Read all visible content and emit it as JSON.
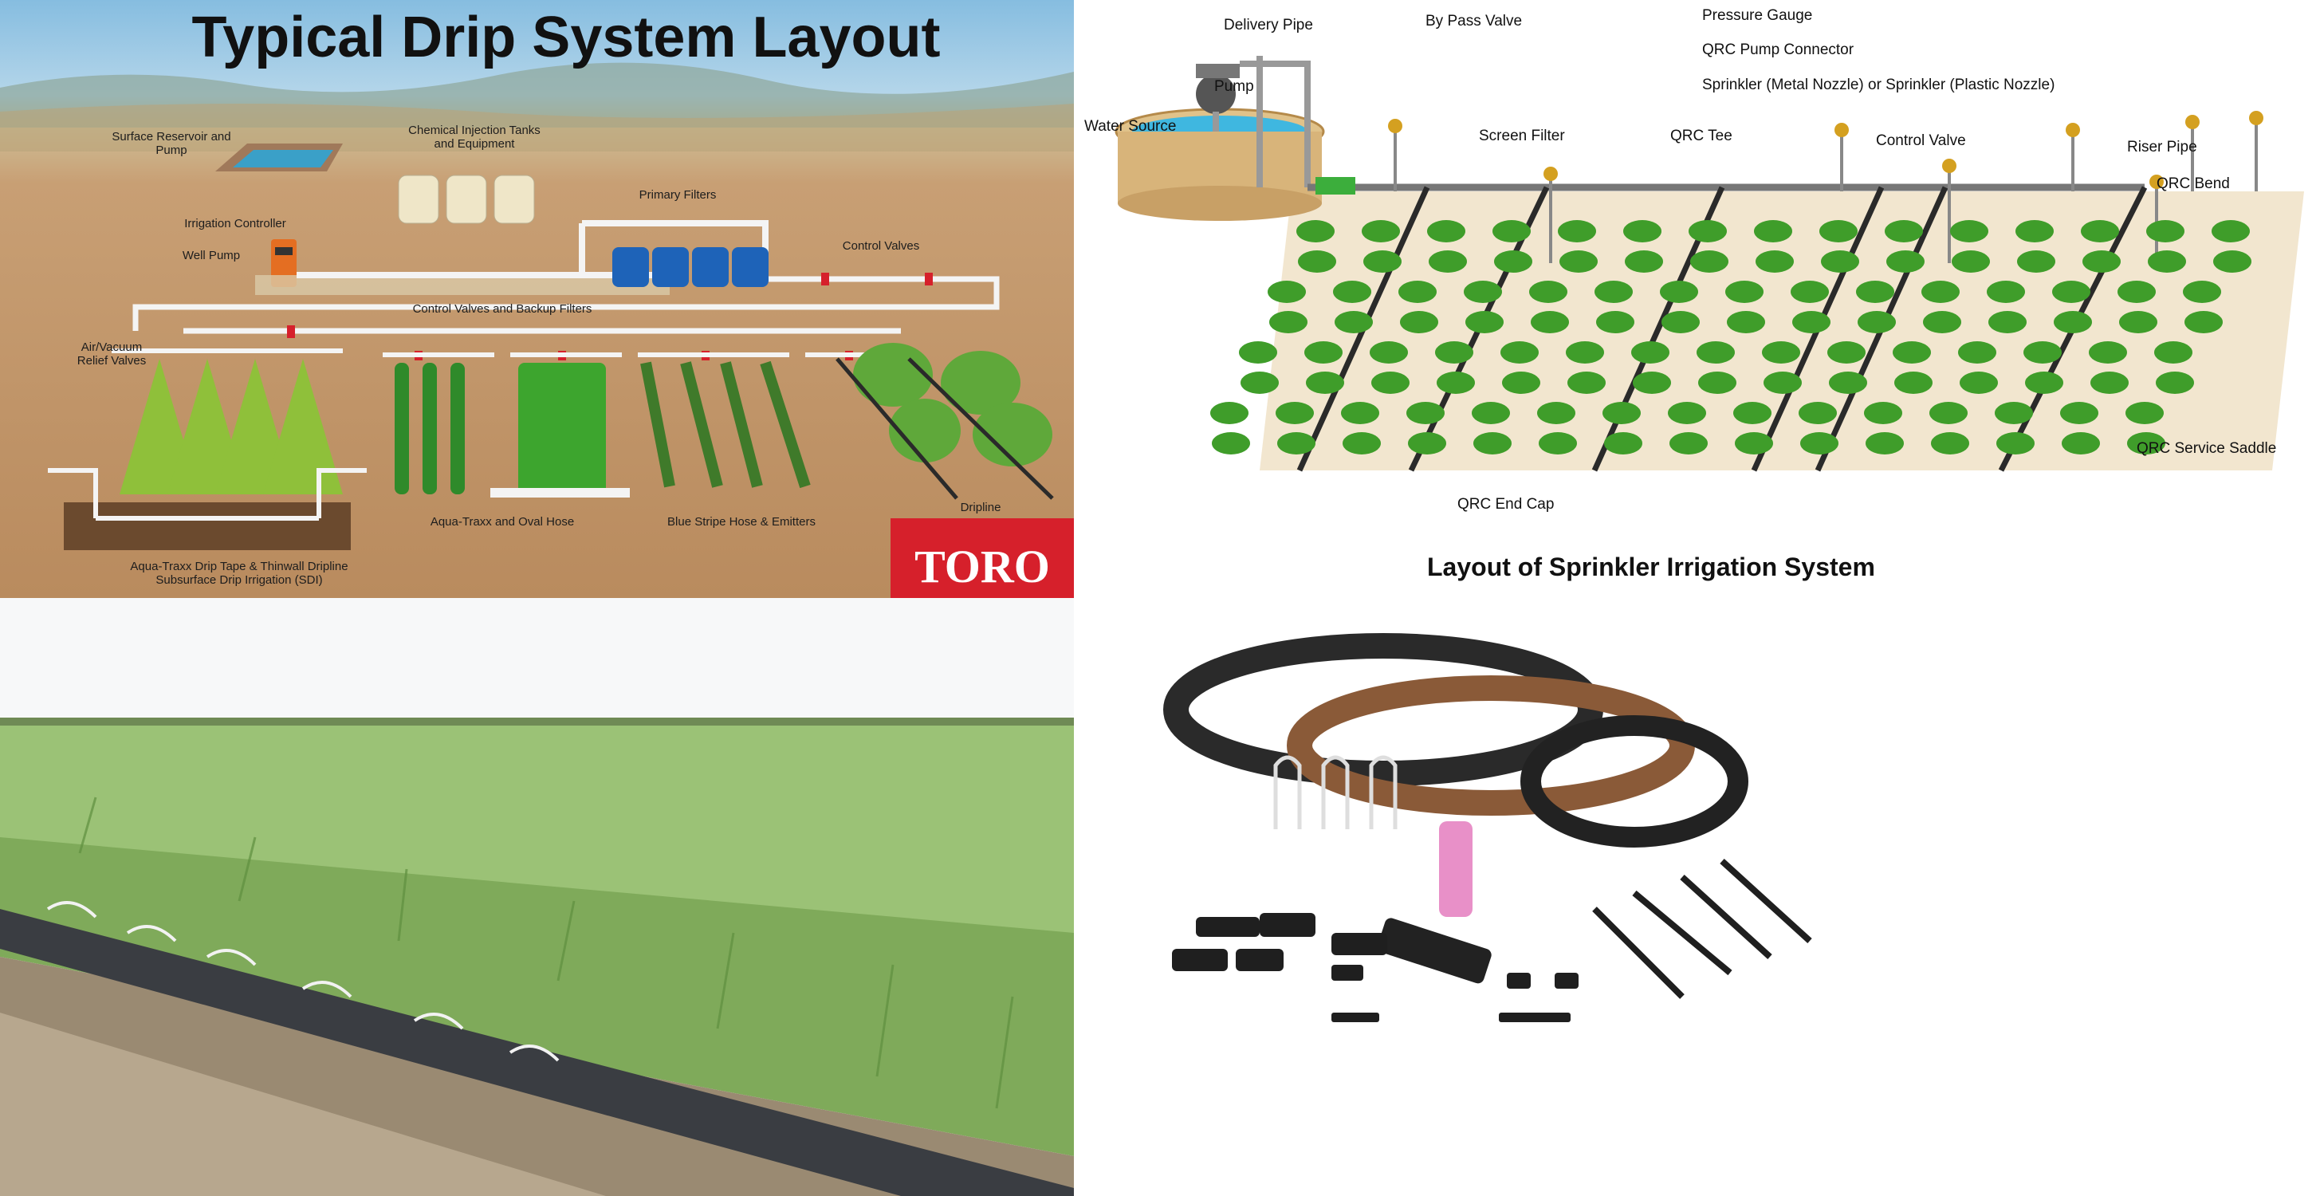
{
  "drip_layout": {
    "title": "Typical Drip System Layout",
    "labels": {
      "surface_reservoir": "Surface Reservoir and\nPump",
      "chemical_tanks": "Chemical Injection Tanks\nand Equipment",
      "primary_filters": "Primary Filters",
      "irrigation_controller": "Irrigation Controller",
      "well_pump": "Well Pump",
      "control_valves": "Control Valves",
      "control_valves_backup": "Control Valves and Backup Filters",
      "air_vacuum": "Air/Vacuum\nRelief Valves",
      "aqua_traxx_oval": "Aqua-Traxx and Oval Hose",
      "blue_stripe": "Blue Stripe Hose & Emitters",
      "dripline": "Dripline",
      "aqua_traxx_sdi": "Aqua-Traxx Drip Tape & Thinwall Dripline\nSubsurface Drip Irrigation (SDI)"
    },
    "logo_text": "TORO"
  },
  "sprinkler_layout": {
    "title": "Layout of Sprinkler Irrigation System",
    "labels": {
      "delivery_pipe": "Delivery Pipe",
      "bypass_valve": "By Pass Valve",
      "pressure_gauge": "Pressure Gauge",
      "qrc_pump_connector": "QRC Pump Connector",
      "sprinkler_nozzle": "Sprinkler (Metal Nozzle) or Sprinkler (Plastic Nozzle)",
      "pump": "Pump",
      "water_source": "Water Source",
      "screen_filter": "Screen Filter",
      "qrc_tee": "QRC Tee",
      "control_valve": "Control Valve",
      "riser_pipe": "Riser Pipe",
      "qrc_bend": "QRC Bend",
      "qrc_service_saddle": "QRC Service Saddle",
      "qrc_end_cap": "QRC End Cap"
    }
  },
  "colors": {
    "soil": "#b98b5e",
    "sky": "#86bde0",
    "toro_red": "#d6202b",
    "plant_green": "#3f9d2a",
    "pipe_white": "#f4f4f4",
    "pipe_dark": "#2a2a2a",
    "drip_brown": "#8a5a38"
  },
  "icons": [
    "reservoir-icon",
    "tank-icon",
    "filter-icon",
    "pump-icon",
    "well-icon",
    "sprinkler-head-icon",
    "plant-icon",
    "hose-coil-icon",
    "stake-icon",
    "fitting-icon"
  ]
}
